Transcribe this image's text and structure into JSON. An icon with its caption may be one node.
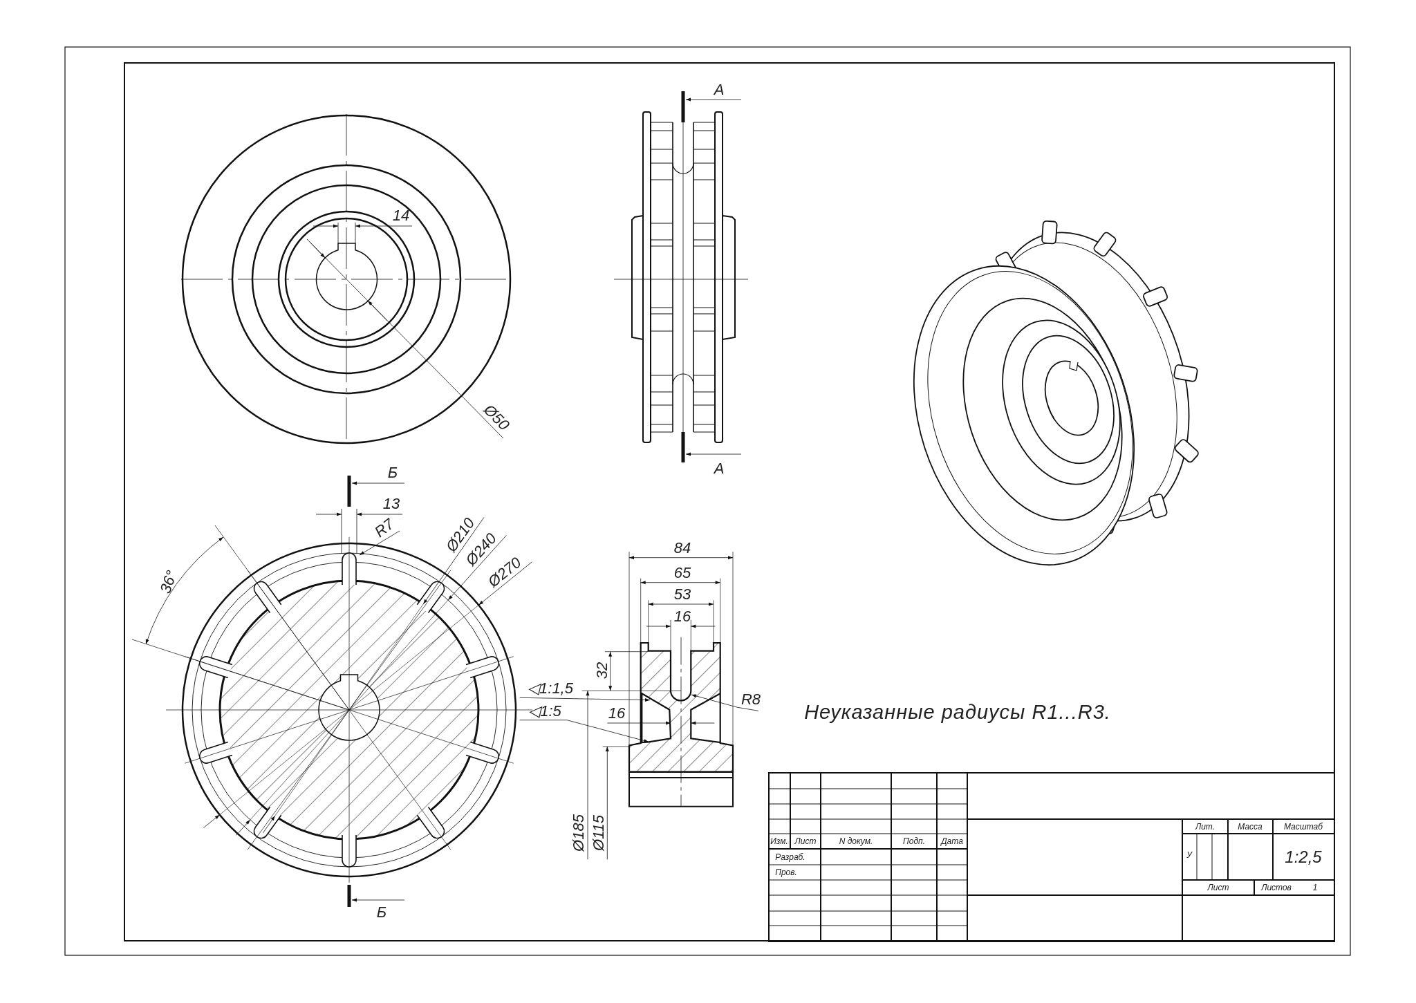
{
  "diagram": {
    "labels": [
      "А",
      "14",
      "Ø50",
      "А",
      "Б",
      "13",
      "R7",
      "36°",
      "Ø210",
      "Ø240",
      "Ø270",
      "84",
      "65",
      "53",
      "16",
      "32",
      "◁1:1,5",
      "R8",
      "◁1:5",
      "16",
      "Ø185",
      "Ø115",
      "Б",
      "Неуказанные радиусы R1...R3.",
      "Изм.",
      "Лист",
      "N докум.",
      "Подп.",
      "Дата",
      "Разраб.",
      "Пров.",
      "Лит.",
      "Масса",
      "Масштаб",
      "У",
      "1:2,5",
      "Лист",
      "Листов",
      "1"
    ]
  }
}
